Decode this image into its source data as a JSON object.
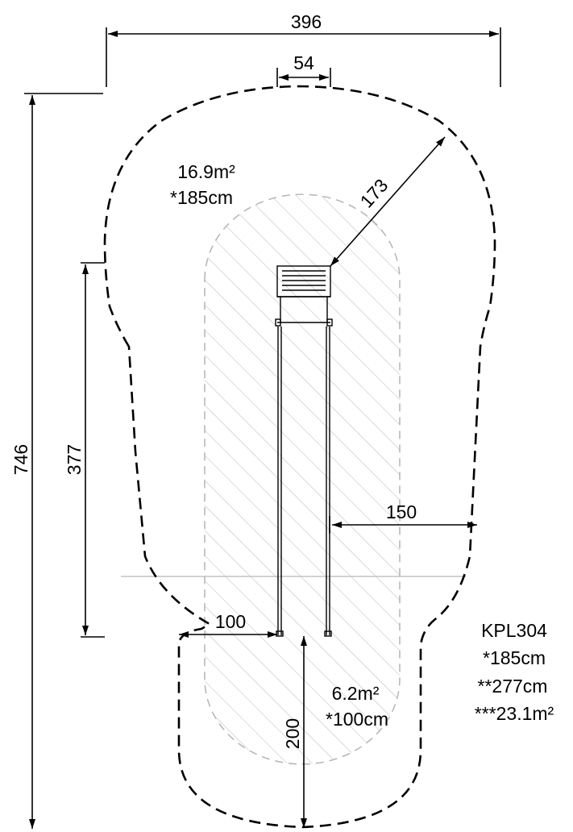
{
  "dimensions": {
    "overall_width": "396",
    "frame_width": "54",
    "top_clearance": "173",
    "total_length": "746",
    "ladder_length": "377",
    "side_clearance_right": "150",
    "side_clearance_left": "100",
    "bottom_clearance": "200"
  },
  "zones": {
    "upper": {
      "area": "16.9m²",
      "fall_height": "*185cm"
    },
    "lower": {
      "area": "6.2m²",
      "fall_height": "*100cm"
    }
  },
  "product": {
    "code": "KPL304",
    "fall_height": "*185cm",
    "total_height": "**277cm",
    "total_area": "***23.1m²"
  },
  "colors": {
    "line": "#000000",
    "hatch_zone": "#b8b8b8",
    "background": "#ffffff"
  }
}
